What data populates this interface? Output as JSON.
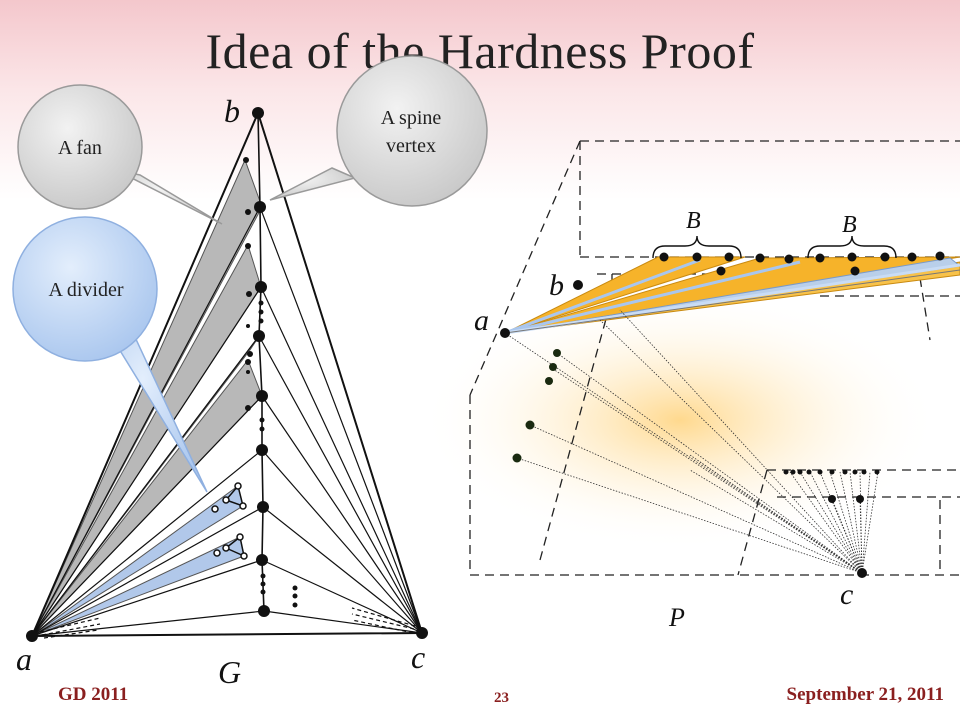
{
  "title": "Idea of the Hardness Proof",
  "graph_labels": {
    "a": "a",
    "b": "b",
    "c": "c",
    "G": "G"
  },
  "callouts": {
    "fan": "A fan",
    "spine_line1": "A spine",
    "spine_line2": "vertex",
    "divider": "A divider"
  },
  "box_labels": {
    "a": "a",
    "b": "b",
    "c": "c",
    "P": "P",
    "B1": "B",
    "B2": "B"
  },
  "footer": {
    "left": "GD 2011",
    "page": "23",
    "right": "September 21, 2011"
  },
  "colors": {
    "fan_fill": "#b3b3b3",
    "divider_fill": "#a9c4e8",
    "orange": "#f6b32a",
    "bubble": "#d9d9d9",
    "bubble_blue": "#bcd4f5"
  }
}
